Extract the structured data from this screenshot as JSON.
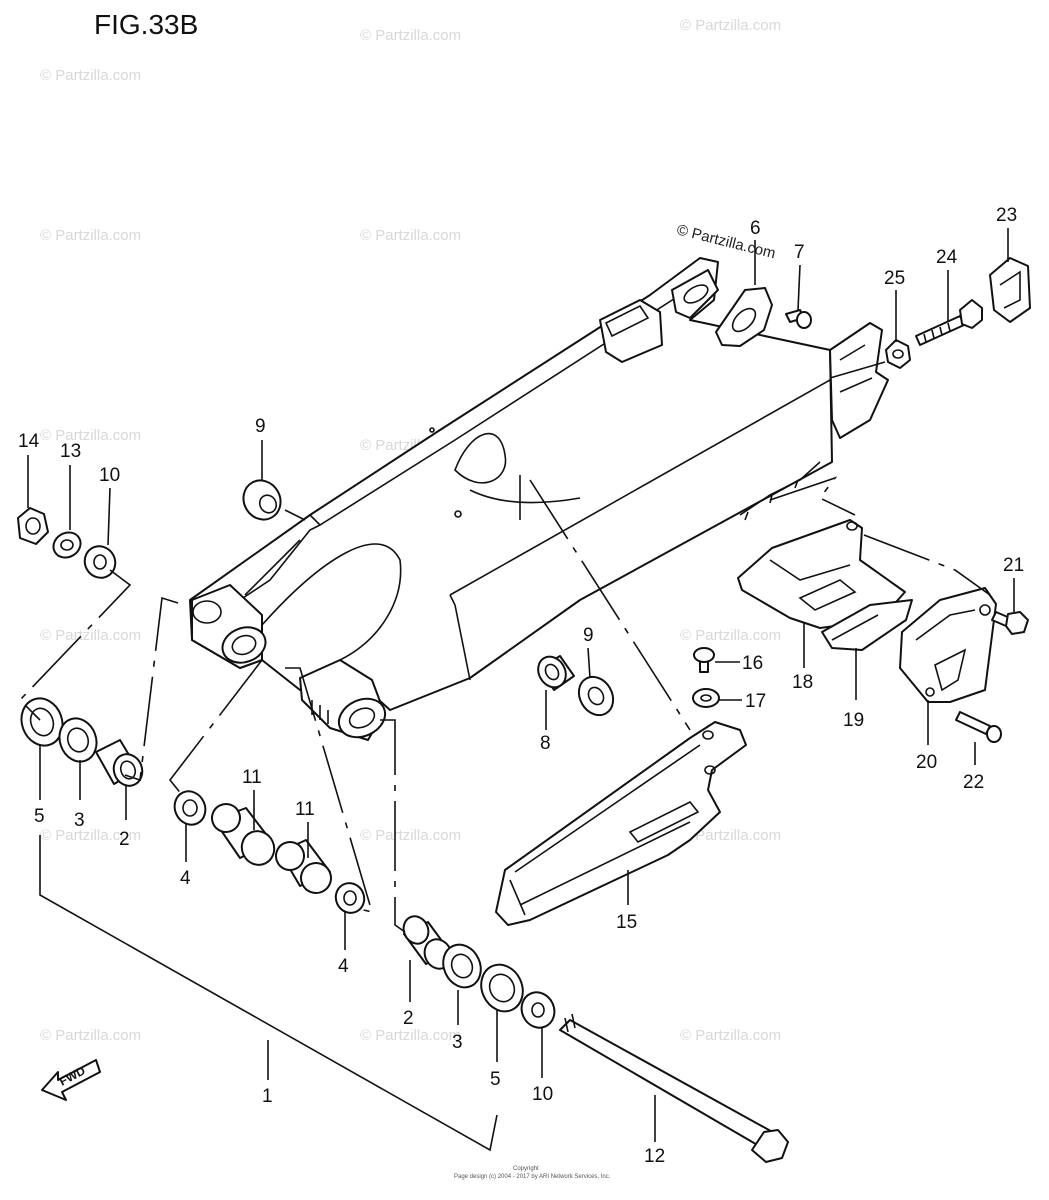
{
  "figure": {
    "title": "FIG.33B"
  },
  "watermark": {
    "text": "© Partzilla.com"
  },
  "direction": {
    "text": "FWD"
  },
  "copyright": {
    "line1": "Copyright",
    "line2": "Page design (c) 2004 - 2017 by ARI Network Services, Inc."
  },
  "labels": {
    "l1": "1",
    "l2a": "2",
    "l2b": "2",
    "l3a": "3",
    "l3b": "3",
    "l4a": "4",
    "l4b": "4",
    "l5a": "5",
    "l5b": "5",
    "l6": "6",
    "l7": "7",
    "l8": "8",
    "l9a": "9",
    "l9b": "9",
    "l10a": "10",
    "l10b": "10",
    "l11a": "11",
    "l11b": "11",
    "l12": "12",
    "l13": "13",
    "l14": "14",
    "l15": "15",
    "l16": "16",
    "l17": "17",
    "l18": "18",
    "l19": "19",
    "l20": "20",
    "l21": "21",
    "l22": "22",
    "l23": "23",
    "l24": "24",
    "l25": "25"
  }
}
